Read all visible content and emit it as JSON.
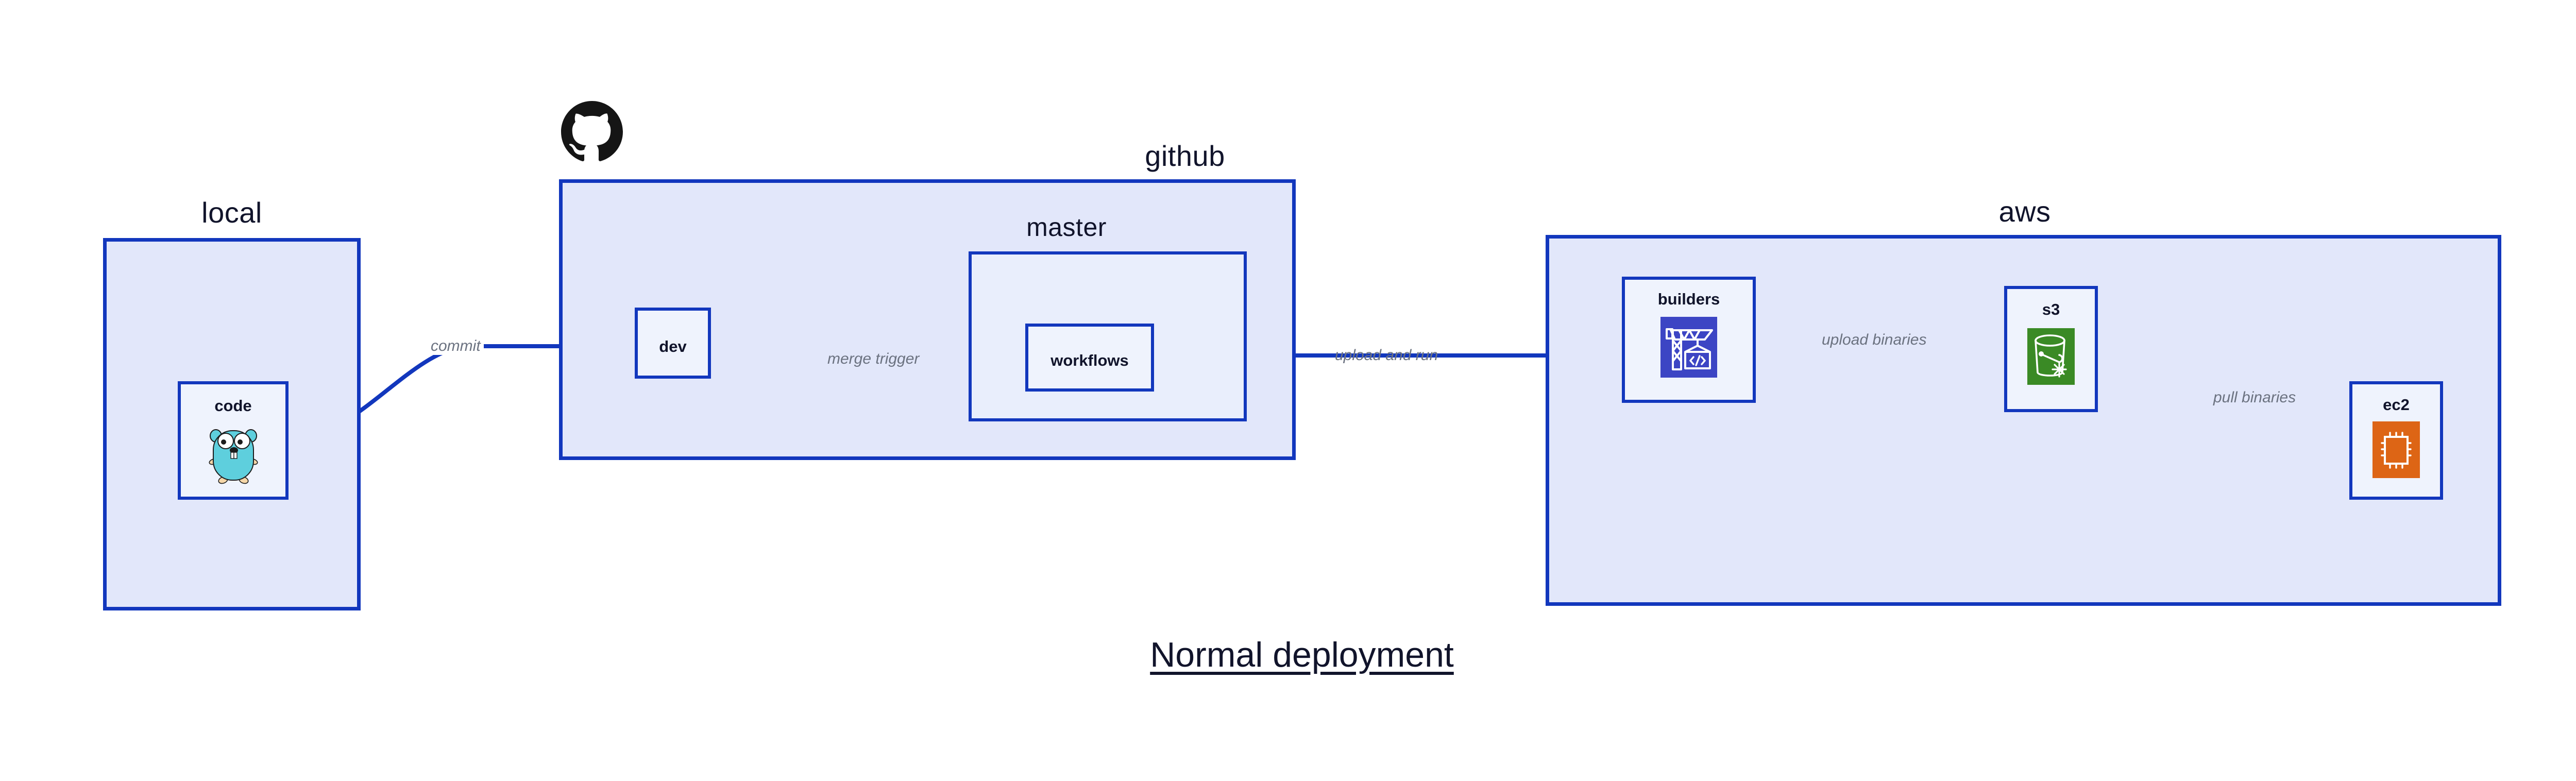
{
  "diagram": {
    "title": "Normal deployment",
    "groups": [
      {
        "id": "local",
        "label": "local"
      },
      {
        "id": "github",
        "label": "github"
      },
      {
        "id": "aws",
        "label": "aws"
      }
    ],
    "subgroups": [
      {
        "id": "master",
        "label": "master",
        "parent": "github"
      }
    ],
    "nodes": [
      {
        "id": "code",
        "label": "code",
        "group": "local",
        "icon": "go-gopher-icon"
      },
      {
        "id": "dev",
        "label": "dev",
        "group": "github",
        "icon": "none"
      },
      {
        "id": "workflows",
        "label": "workflows",
        "group": "master",
        "icon": "none"
      },
      {
        "id": "builders",
        "label": "builders",
        "group": "aws",
        "icon": "aws-codebuild-icon"
      },
      {
        "id": "s3",
        "label": "s3",
        "group": "aws",
        "icon": "aws-s3-glacier-icon"
      },
      {
        "id": "ec2",
        "label": "ec2",
        "group": "aws",
        "icon": "aws-ec2-icon"
      }
    ],
    "edges": [
      {
        "id": "commit",
        "from": "code",
        "to": "dev",
        "label": "commit",
        "style": "curved"
      },
      {
        "id": "merge-trigger",
        "from": "dev",
        "to": "workflows",
        "label": "merge trigger",
        "style": "straight"
      },
      {
        "id": "upload-and-run",
        "from": "workflows",
        "to": "builders",
        "label": "upload and run",
        "style": "straight"
      },
      {
        "id": "upload-binaries",
        "from": "builders",
        "to": "s3",
        "label": "upload binaries",
        "style": "straight"
      },
      {
        "id": "pull-binaries",
        "from": "s3",
        "to": "ec2",
        "label": "pull binaries",
        "style": "curved"
      }
    ],
    "logos": [
      {
        "id": "github-logo",
        "name": "github-octocat-logo",
        "attached_to": "github"
      }
    ],
    "colors": {
      "edge": "#1237bd",
      "group_border": "#1237bd",
      "group_fill": "#e2e7fa",
      "subgroup_fill": "#e9eefc",
      "node_fill": "#eff3fd",
      "label_text": "#11142b",
      "edge_label_text": "#6b7280",
      "codebuild_blue": "#3c45c4",
      "s3_glacier_green": "#3a8a25",
      "ec2_orange": "#dd6515",
      "gopher_cyan": "#5ecfdd",
      "github_black": "#151515"
    }
  }
}
